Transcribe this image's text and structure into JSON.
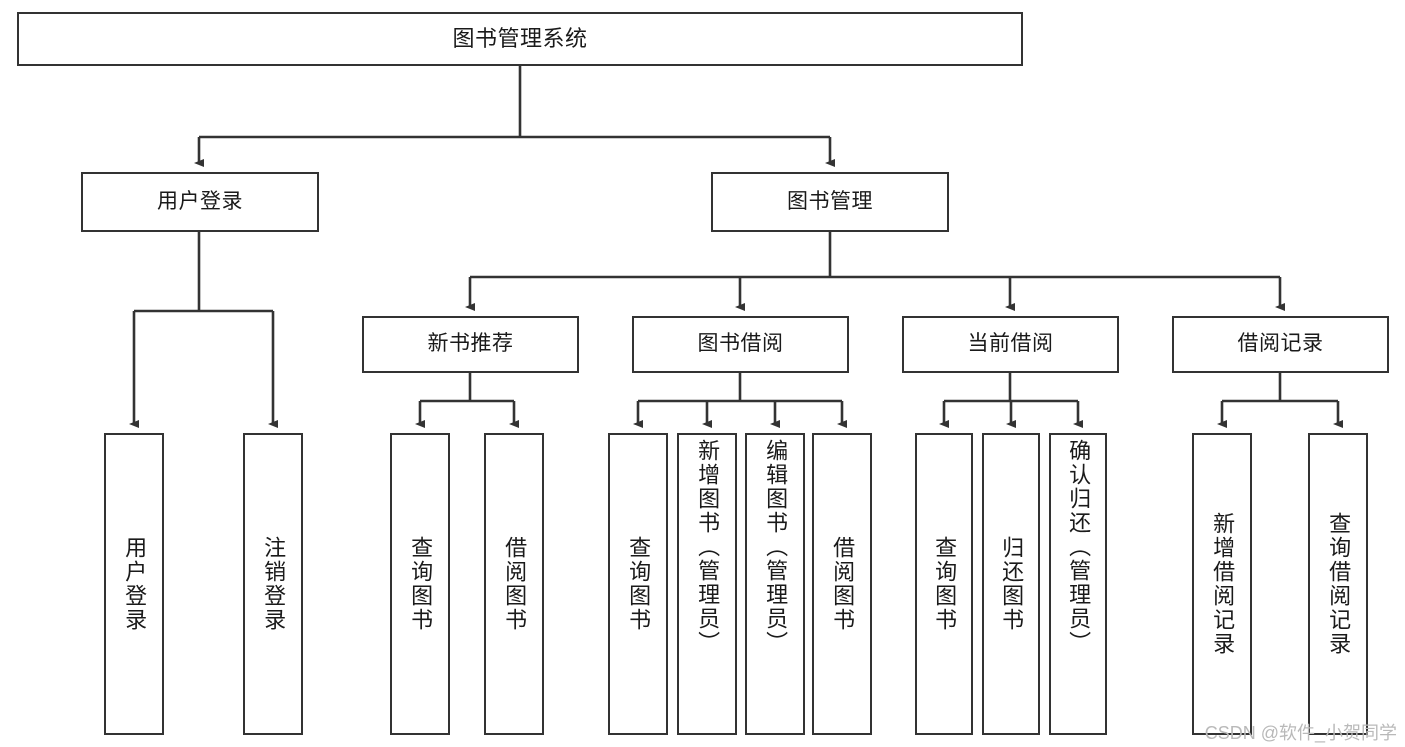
{
  "diagram": {
    "title": "图书管理系统",
    "type": "hierarchy-tree",
    "watermark": "CSDN @软件_小贺同学",
    "style": {
      "box_border_color": "#333333",
      "box_fill_color": "#ffffff",
      "edge_color": "#333333",
      "text_color": "#1a1a1a",
      "watermark_color": "#b9b9b9"
    },
    "nodes": {
      "root": {
        "label": "图书管理系统",
        "level": 1
      },
      "user_login": {
        "label": "用户登录",
        "level": 2
      },
      "book_manage": {
        "label": "图书管理",
        "level": 2
      },
      "new_book_rec": {
        "label": "新书推荐",
        "level": 3
      },
      "book_borrow": {
        "label": "图书借阅",
        "level": 3
      },
      "current_borrow": {
        "label": "当前借阅",
        "level": 3
      },
      "borrow_record": {
        "label": "借阅记录",
        "level": 3
      },
      "leaf_user_login": {
        "label": "用户登录",
        "level": 4
      },
      "leaf_logout": {
        "label": "注销登录",
        "level": 4
      },
      "leaf_query_book_1": {
        "label": "查询图书",
        "level": 4
      },
      "leaf_borrow_book_1": {
        "label": "借阅图书",
        "level": 4
      },
      "leaf_query_book_2": {
        "label": "查询图书",
        "level": 4
      },
      "leaf_add_book": {
        "label": "新增图书（管理员）",
        "level": 4
      },
      "leaf_edit_book": {
        "label": "编辑图书（管理员）",
        "level": 4
      },
      "leaf_borrow_book_2": {
        "label": "借阅图书",
        "level": 4
      },
      "leaf_query_book_3": {
        "label": "查询图书",
        "level": 4
      },
      "leaf_return_book": {
        "label": "归还图书",
        "level": 4
      },
      "leaf_confirm_return": {
        "label": "确认归还（管理员）",
        "level": 4
      },
      "leaf_add_record": {
        "label": "新增借阅记录",
        "level": 4
      },
      "leaf_query_record": {
        "label": "查询借阅记录",
        "level": 4
      }
    },
    "edges": [
      {
        "from": "root",
        "to": "user_login"
      },
      {
        "from": "root",
        "to": "book_manage"
      },
      {
        "from": "book_manage",
        "to": "new_book_rec"
      },
      {
        "from": "book_manage",
        "to": "book_borrow"
      },
      {
        "from": "book_manage",
        "to": "current_borrow"
      },
      {
        "from": "book_manage",
        "to": "borrow_record"
      },
      {
        "from": "user_login",
        "to": "leaf_user_login"
      },
      {
        "from": "user_login",
        "to": "leaf_logout"
      },
      {
        "from": "new_book_rec",
        "to": "leaf_query_book_1"
      },
      {
        "from": "new_book_rec",
        "to": "leaf_borrow_book_1"
      },
      {
        "from": "book_borrow",
        "to": "leaf_query_book_2"
      },
      {
        "from": "book_borrow",
        "to": "leaf_add_book"
      },
      {
        "from": "book_borrow",
        "to": "leaf_edit_book"
      },
      {
        "from": "book_borrow",
        "to": "leaf_borrow_book_2"
      },
      {
        "from": "current_borrow",
        "to": "leaf_query_book_3"
      },
      {
        "from": "current_borrow",
        "to": "leaf_return_book"
      },
      {
        "from": "current_borrow",
        "to": "leaf_confirm_return"
      },
      {
        "from": "borrow_record",
        "to": "leaf_add_record"
      },
      {
        "from": "borrow_record",
        "to": "leaf_query_record"
      }
    ]
  }
}
